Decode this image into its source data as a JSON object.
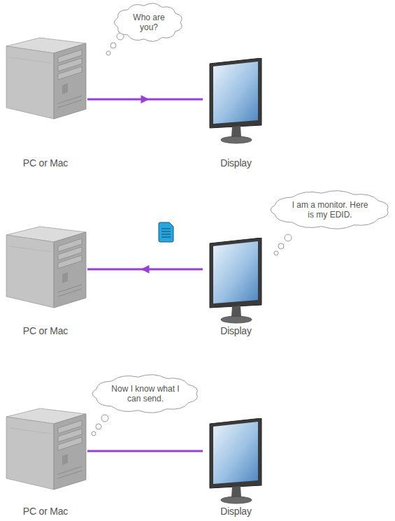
{
  "diagram": {
    "nodes": [
      {
        "text": [
          "Who are you?"
        ]
      },
      {
        "text": [
          "PC or Mac"
        ]
      },
      {
        "text": [
          "Display"
        ]
      },
      {
        "text": [
          "I am a monitor. Here is my EDID."
        ]
      },
      {
        "text": [
          "PC or Mac"
        ]
      },
      {
        "text": [
          "Display"
        ]
      },
      {
        "text": [
          "Now I know what I can send."
        ]
      },
      {
        "text": [
          "PC or Mac"
        ]
      },
      {
        "text": [
          "Display"
        ]
      }
    ],
    "edges": [
      {
        "from": 1,
        "to": 2,
        "arrow": "to"
      },
      {
        "from": 5,
        "to": 4,
        "arrow": "to"
      },
      {
        "from": 7,
        "to": 8,
        "arrow": "none"
      }
    ]
  }
}
